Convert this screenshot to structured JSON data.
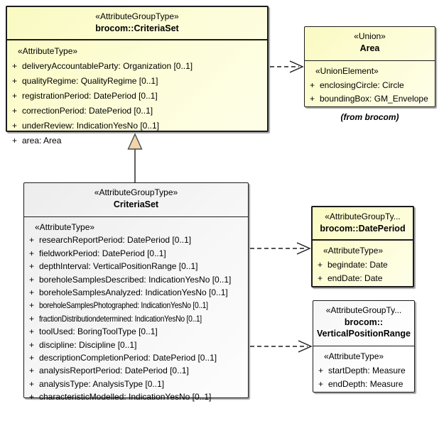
{
  "diagram_type": "uml-class-diagram",
  "visibility_symbol": "+",
  "colors": {
    "node_fill_yellow_start": "#fafac2",
    "node_fill_yellow_end": "#fefee9",
    "node_fill_gray_start": "#ededed",
    "node_fill_gray_end": "#fdfdfd",
    "border": "#1c1c1c",
    "generalization_triangle_fill": "#f2d5a9",
    "background": "#ffffff"
  },
  "nodes": {
    "brocom_criteria_set": {
      "stereotype": "«AttributeGroupType»",
      "name": "brocom::CriteriaSet",
      "section_stereotype": "«AttributeType»",
      "attributes": [
        "deliveryAccountableParty: Organization [0..1]",
        "qualityRegime: QualityRegime [0..1]",
        "registrationPeriod: DatePeriod [0..1]",
        "correctionPeriod: DatePeriod [0..1]",
        "underReview: IndicationYesNo [0..1]",
        "area: Area"
      ]
    },
    "area": {
      "stereotype": "«Union»",
      "name": "Area",
      "section_stereotype": "«UnionElement»",
      "attributes": [
        "enclosingCircle: Circle",
        "boundingBox: GM_Envelope"
      ],
      "origin_note": "(from brocom)"
    },
    "criteria_set": {
      "stereotype": "«AttributeGroupType»",
      "name": "CriteriaSet",
      "section_stereotype": "«AttributeType»",
      "attributes": [
        "researchReportPeriod: DatePeriod [0..1]",
        "fieldworkPeriod: DatePeriod [0..1]",
        "depthInterval: VerticalPositionRange [0..1]",
        "boreholeSamplesDescribed: IndicationYesNo [0..1]",
        "boreholeSamplesAnalyzed: IndicationYesNo [0..1]",
        "boreholeSamplesPhotographed: IndicationYesNo [0..1]",
        "fractionDistributiondetermined: IndicationYesNo [0..1]",
        "toolUsed: BoringToolType [0..1]",
        "discipline: Discipline [0..1]",
        "descriptionCompletionPeriod: DatePeriod [0..1]",
        "analysisReportPeriod: DatePeriod [0..1]",
        "analysisType: AnalysisType [0..1]",
        "characteristicModelled: IndicationYesNo [0..1]"
      ]
    },
    "date_period": {
      "stereotype": "«AttributeGroupTy...",
      "name": "brocom::DatePeriod",
      "section_stereotype": "«AttributeType»",
      "attributes": [
        "begindate: Date",
        "endDate: Date"
      ]
    },
    "vertical_position_range": {
      "stereotype": "«AttributeGroupTy...",
      "name_line1": "brocom::",
      "name_line2": "VerticalPositionRange",
      "section_stereotype": "«AttributeType»",
      "attributes": [
        "startDepth: Measure",
        "endDepth: Measure"
      ]
    }
  }
}
